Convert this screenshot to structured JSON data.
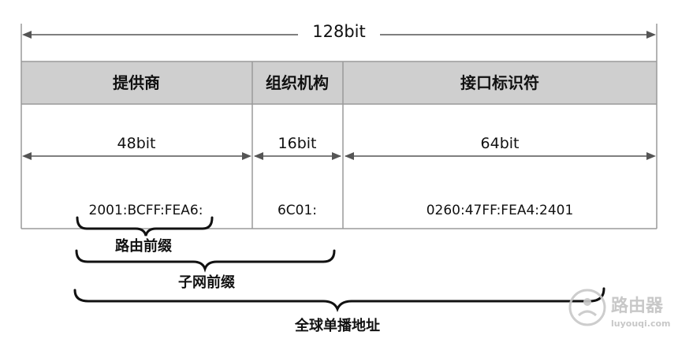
{
  "total_width": "128bit",
  "fields": [
    {
      "name": "提供商",
      "width": "48bit",
      "value": "2001:BCFF:FEA6:"
    },
    {
      "name": "组织机构",
      "width": "16bit",
      "value": "6C01:"
    },
    {
      "name": "接口标识符",
      "width": "64bit",
      "value": "0260:47FF:FEA4:2401"
    }
  ],
  "braces": {
    "routing_prefix": "路由前缀",
    "subnet_prefix": "子网前缀",
    "global_unicast": "全球单播地址"
  },
  "watermark": {
    "name": "路由器",
    "url": "luyouqi.com"
  },
  "colors": {
    "header_band": "#cfcfcf",
    "grid_line": "#9a9a9a",
    "arrow_line": "#555555",
    "brace": "#111111",
    "watermark": "#c8c8c8"
  }
}
